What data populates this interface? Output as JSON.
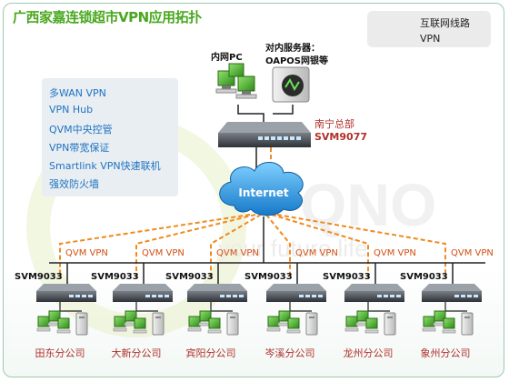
{
  "title": "广西家嘉连锁超市VPN应用拓扑",
  "legend": {
    "internet_line": "互联网线路",
    "vpn_line": "VPN"
  },
  "features": [
    "多WAN VPN",
    "VPN Hub",
    "QVM中央控管",
    "VPN带宽保证",
    "Smartlink VPN快速联机",
    "强效防火墙"
  ],
  "hq": {
    "pc_label": "内网PC",
    "server_label_1": "对内服务器：",
    "server_label_2": "OAPOS网银等",
    "name": "南宁总部",
    "model": "SVM9077"
  },
  "internet_label": "Internet",
  "watermark_text": "your future life",
  "watermark_logo": "QNO",
  "vpn_link_label": "QVM VPN",
  "branches": [
    {
      "model": "SVM9033",
      "name": "田东分公司"
    },
    {
      "model": "SVM9033",
      "name": "大新分公司"
    },
    {
      "model": "SVM9033",
      "name": "宾阳分公司"
    },
    {
      "model": "SVM9033",
      "name": "岑溪分公司"
    },
    {
      "model": "SVM9033",
      "name": "龙州分公司"
    },
    {
      "model": "SVM9033",
      "name": "象州分公司"
    }
  ],
  "colors": {
    "title": "#49a81f",
    "vpn_line": "#f08a1e",
    "internet_line": "#222222",
    "feature_text": "#1f73c2",
    "branch_text": "#b0302a"
  }
}
